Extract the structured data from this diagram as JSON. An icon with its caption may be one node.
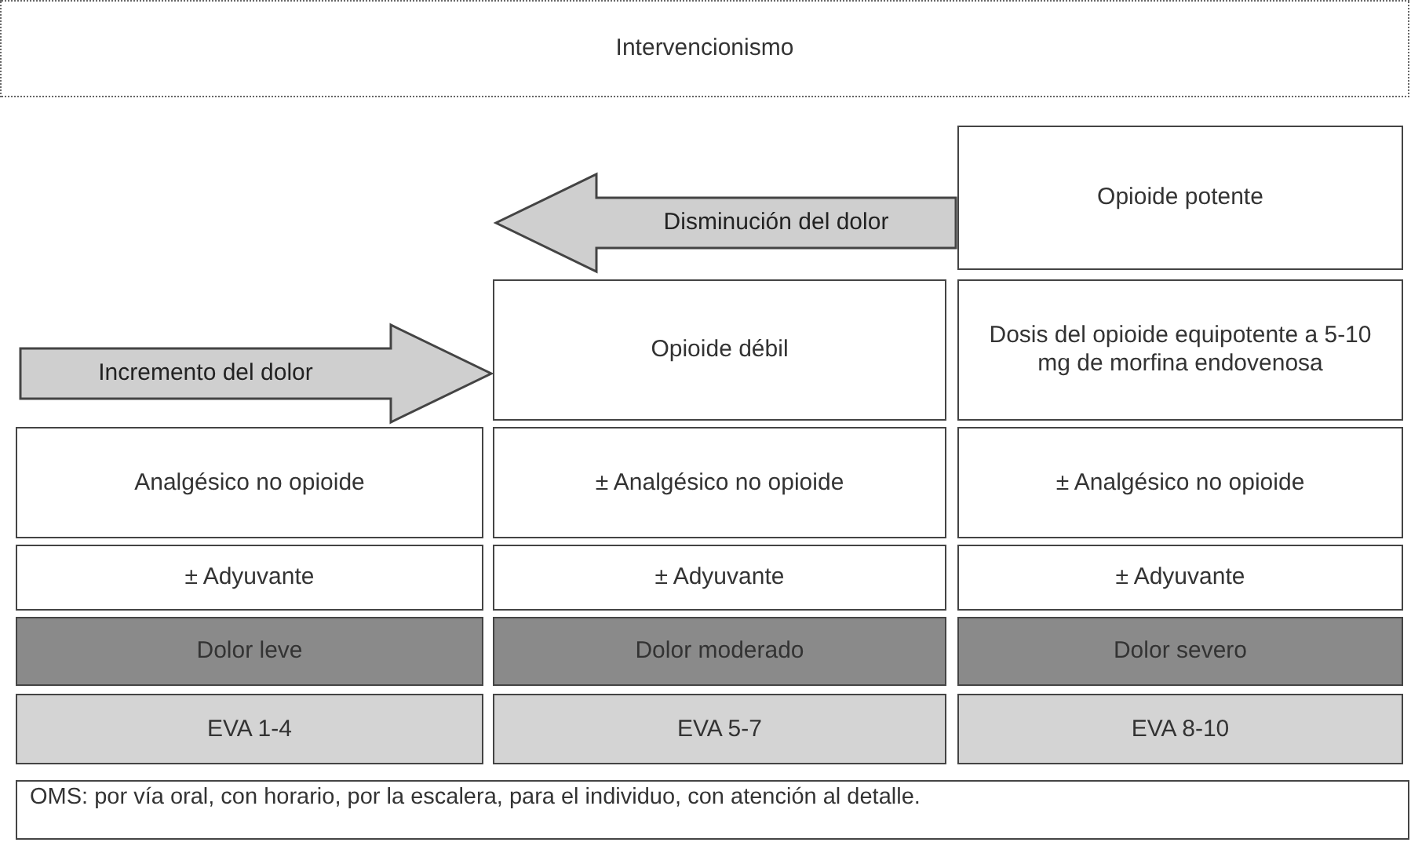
{
  "diagram": {
    "nodes": [
      {
        "text": [
          "Intervencionismo"
        ]
      },
      {
        "text": [
          "Opioide potente"
        ]
      },
      {
        "text": [
          "Opioide débil"
        ]
      },
      {
        "text": [
          "Dosis del opioide equipotente a 5-10 mg de morfina endovenosa"
        ]
      },
      {
        "text": [
          "Analgésico no opioide"
        ]
      },
      {
        "text": [
          "± Analgésico no opioide"
        ]
      },
      {
        "text": [
          "± Analgésico no opioide"
        ]
      },
      {
        "text": [
          "± Adyuvante"
        ]
      },
      {
        "text": [
          "± Adyuvante"
        ]
      },
      {
        "text": [
          "± Adyuvante"
        ]
      },
      {
        "text": [
          "Dolor leve"
        ]
      },
      {
        "text": [
          "Dolor moderado"
        ]
      },
      {
        "text": [
          "Dolor severo"
        ]
      },
      {
        "text": [
          "EVA 1-4"
        ]
      },
      {
        "text": [
          "EVA 5-7"
        ]
      },
      {
        "text": [
          "EVA 8-10"
        ]
      },
      {
        "text": [
          "OMS: por vía oral, con horario, por la escalera, para el individuo, con atención al detalle."
        ]
      }
    ],
    "edges": [
      {
        "from": 4,
        "to": 2,
        "arrow": "to",
        "label": "Incremento del dolor"
      },
      {
        "from": 1,
        "to": 2,
        "arrow": "to",
        "label": "Disminución del dolor"
      }
    ]
  }
}
